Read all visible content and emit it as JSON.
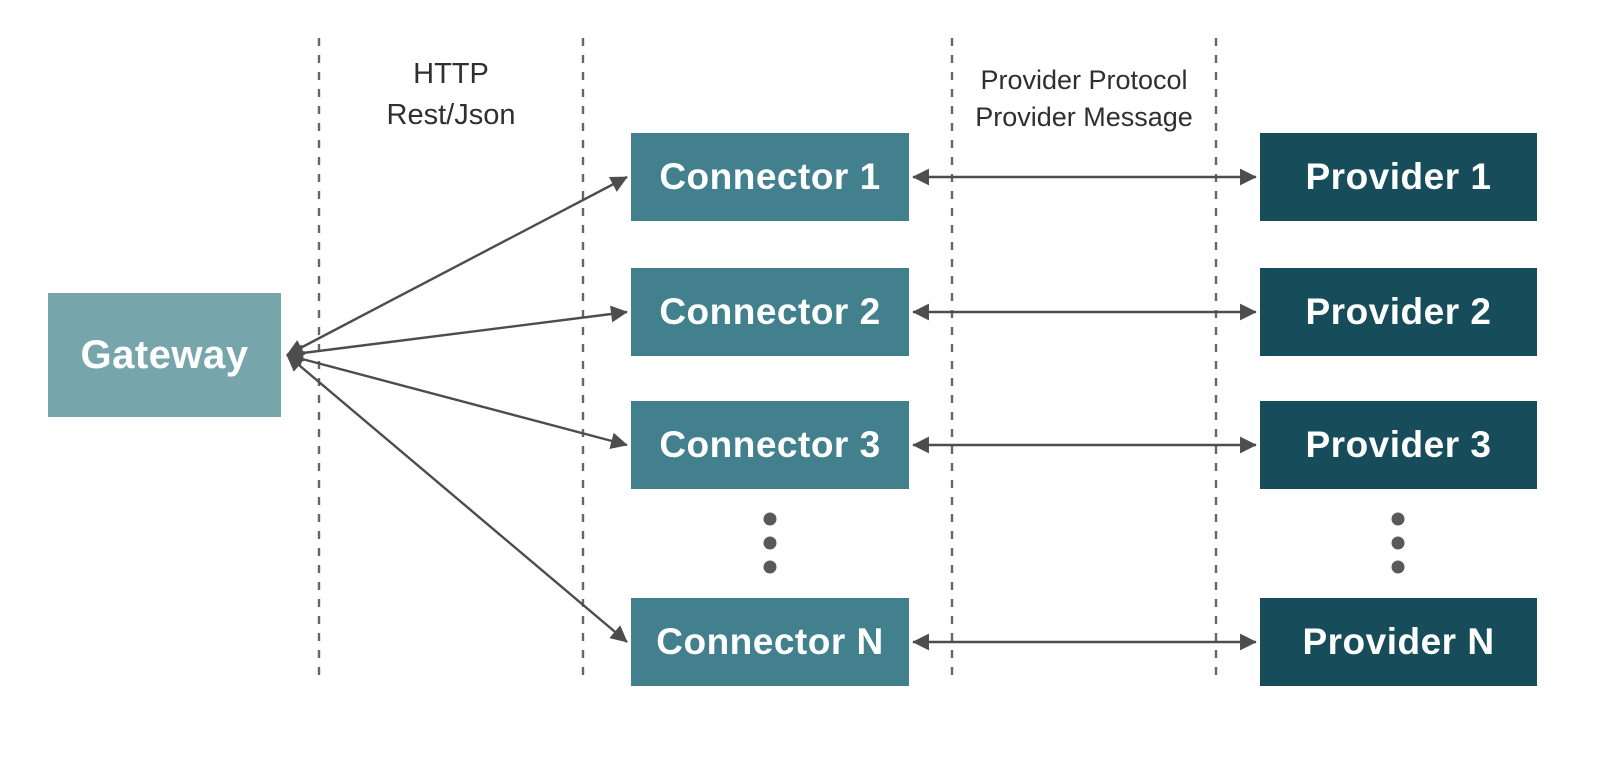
{
  "nodes": {
    "gateway": {
      "label": "Gateway"
    },
    "connectors": [
      {
        "label": "Connector 1"
      },
      {
        "label": "Connector 2"
      },
      {
        "label": "Connector 3"
      },
      {
        "label": "Connector N"
      }
    ],
    "providers": [
      {
        "label": "Provider 1"
      },
      {
        "label": "Provider 2"
      },
      {
        "label": "Provider 3"
      },
      {
        "label": "Provider N"
      }
    ]
  },
  "lane_labels": {
    "left": {
      "line1": "HTTP",
      "line2": "Rest/Json"
    },
    "right": {
      "line1": "Provider Protocol",
      "line2": "Provider Message"
    }
  },
  "icons": {
    "vertical_ellipsis": "⋮"
  },
  "colors": {
    "background": "#ffffff",
    "gateway_fill": "#76a5ac",
    "connector_fill": "#42808e",
    "provider_fill": "#174d5a",
    "node_text": "#ffffff",
    "arrow": "#4d4d4d",
    "divider": "#666666",
    "label_text": "#2f2f2f",
    "dot": "#595959"
  }
}
